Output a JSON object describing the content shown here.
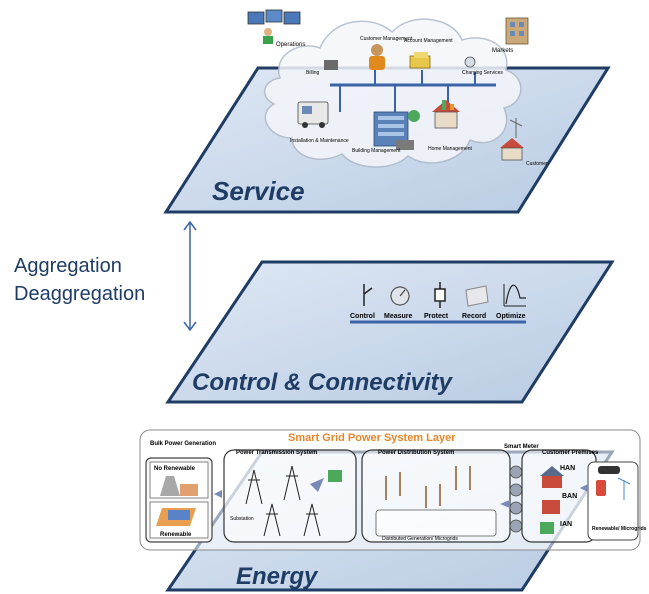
{
  "layers": {
    "service": {
      "title": "Service",
      "items": {
        "operations": "Operations",
        "customer_management": "Customer Management",
        "account_management": "Account Management",
        "markets": "Markets",
        "billing": "Billing",
        "charging_services": "Charging Services",
        "installation": "Installation & Maintenance",
        "building_management": "Building Management",
        "home_management": "Home Management",
        "customer": "Customer"
      }
    },
    "control": {
      "title": "Control & Connectivity",
      "functions": [
        "Control",
        "Measure",
        "Protect",
        "Record",
        "Optimize"
      ]
    },
    "energy": {
      "title": "Energy",
      "system_title": "Smart Grid Power System Layer",
      "bulk_power": "Bulk Power Generation",
      "no_renewable": "No Renewable",
      "renewable": "Renewable",
      "transmission": "Power Transmission System",
      "substation": "Substation",
      "distribution": "Power Distribution System",
      "distributed_gen": "Distributed Generation/ Microgrids",
      "smart_meter": "Smart Meter",
      "customer_premises": "Customer Premises",
      "han": "HAN",
      "ban": "BAN",
      "ian": "IAN",
      "renewable_microgrids": "Renewable/ Microgrids"
    }
  },
  "aggregation": {
    "line1": "Aggregation",
    "line2": "Deaggregation"
  },
  "colors": {
    "layer_fill": "#c9d7ea",
    "layer_stroke": "#1f3c64",
    "title_color": "#1f3c64",
    "system_title_color": "#e8862a",
    "bus_color": "#3b63a8"
  }
}
